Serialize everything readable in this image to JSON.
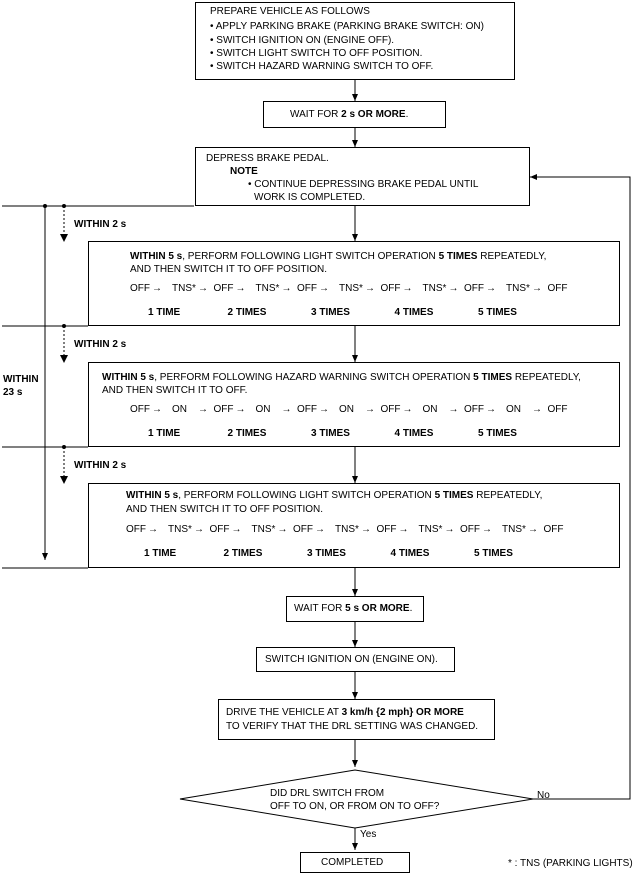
{
  "prep": {
    "title": "PREPARE VEHICLE AS FOLLOWS",
    "items": [
      "• APPLY PARKING BRAKE (PARKING BRAKE SWITCH: ON)",
      "• SWITCH IGNITION ON (ENGINE OFF).",
      "• SWITCH LIGHT SWITCH TO OFF POSITION.",
      "• SWITCH HAZARD WARNING SWITCH TO OFF."
    ]
  },
  "wait1": {
    "pre": "WAIT FOR ",
    "bold": "2 s OR MORE",
    "post": "."
  },
  "brake": {
    "line": "DEPRESS BRAKE PEDAL.",
    "note_label": "NOTE",
    "note_lines": [
      "• CONTINUE DEPRESSING BRAKE PEDAL UNTIL",
      "WORK IS COMPLETED."
    ]
  },
  "timing": {
    "within2": "WITHIN 2 s",
    "within23_line1": "WITHIN",
    "within23_line2": "23 s"
  },
  "step1": {
    "line1_bold1": "WITHIN 5 s",
    "line1_mid": ", PERFORM FOLLOWING LIGHT SWITCH OPERATION ",
    "line1_bold2": "5 TIMES",
    "line1_end": " REPEATEDLY,",
    "line2": "AND THEN SWITCH IT TO OFF POSITION."
  },
  "step2": {
    "line1_bold1": "WITHIN 5 s",
    "line1_mid": ", PERFORM FOLLOWING HAZARD WARNING SWITCH OPERATION ",
    "line1_bold2": "5 TIMES",
    "line1_end": " REPEATEDLY,",
    "line2": "AND THEN SWITCH IT TO OFF."
  },
  "step3": {
    "line1_bold1": "WITHIN 5 s",
    "line1_mid": ", PERFORM FOLLOWING LIGHT SWITCH OPERATION ",
    "line1_bold2": "5 TIMES",
    "line1_end": " REPEATEDLY,",
    "line2": "AND THEN SWITCH IT TO OFF POSITION."
  },
  "seq": {
    "off": "OFF",
    "tns": "TNS*",
    "on": "ON",
    "arrow": "→",
    "counts": [
      "1 TIME",
      "2 TIMES",
      "3 TIMES",
      "4 TIMES",
      "5 TIMES"
    ]
  },
  "wait2": {
    "pre": "WAIT FOR ",
    "bold": "5 s OR MORE",
    "post": "."
  },
  "ignition": "SWITCH IGNITION ON (ENGINE ON).",
  "drive": {
    "l1_pre": "DRIVE THE VEHICLE AT ",
    "l1_bold": "3 km/h {2 mph} OR MORE",
    "l2": "TO VERIFY THAT THE DRL SETTING WAS CHANGED."
  },
  "decision": {
    "line1": "DID DRL SWITCH FROM",
    "line2": "OFF TO ON, OR FROM ON TO OFF?"
  },
  "no_label": "No",
  "yes_label": "Yes",
  "completed": "COMPLETED",
  "footnote": "* : TNS (PARKING LIGHTS)"
}
